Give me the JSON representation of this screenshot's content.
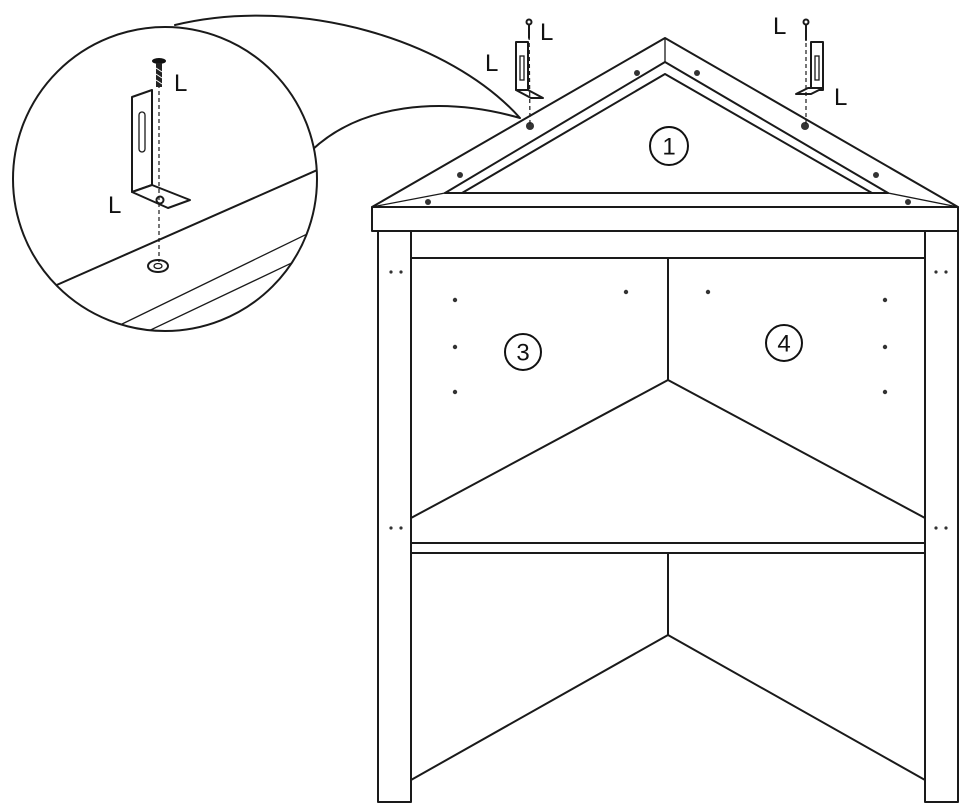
{
  "labels": {
    "bracket": "L",
    "part_top": "1",
    "part_left": "3",
    "part_right": "4"
  }
}
